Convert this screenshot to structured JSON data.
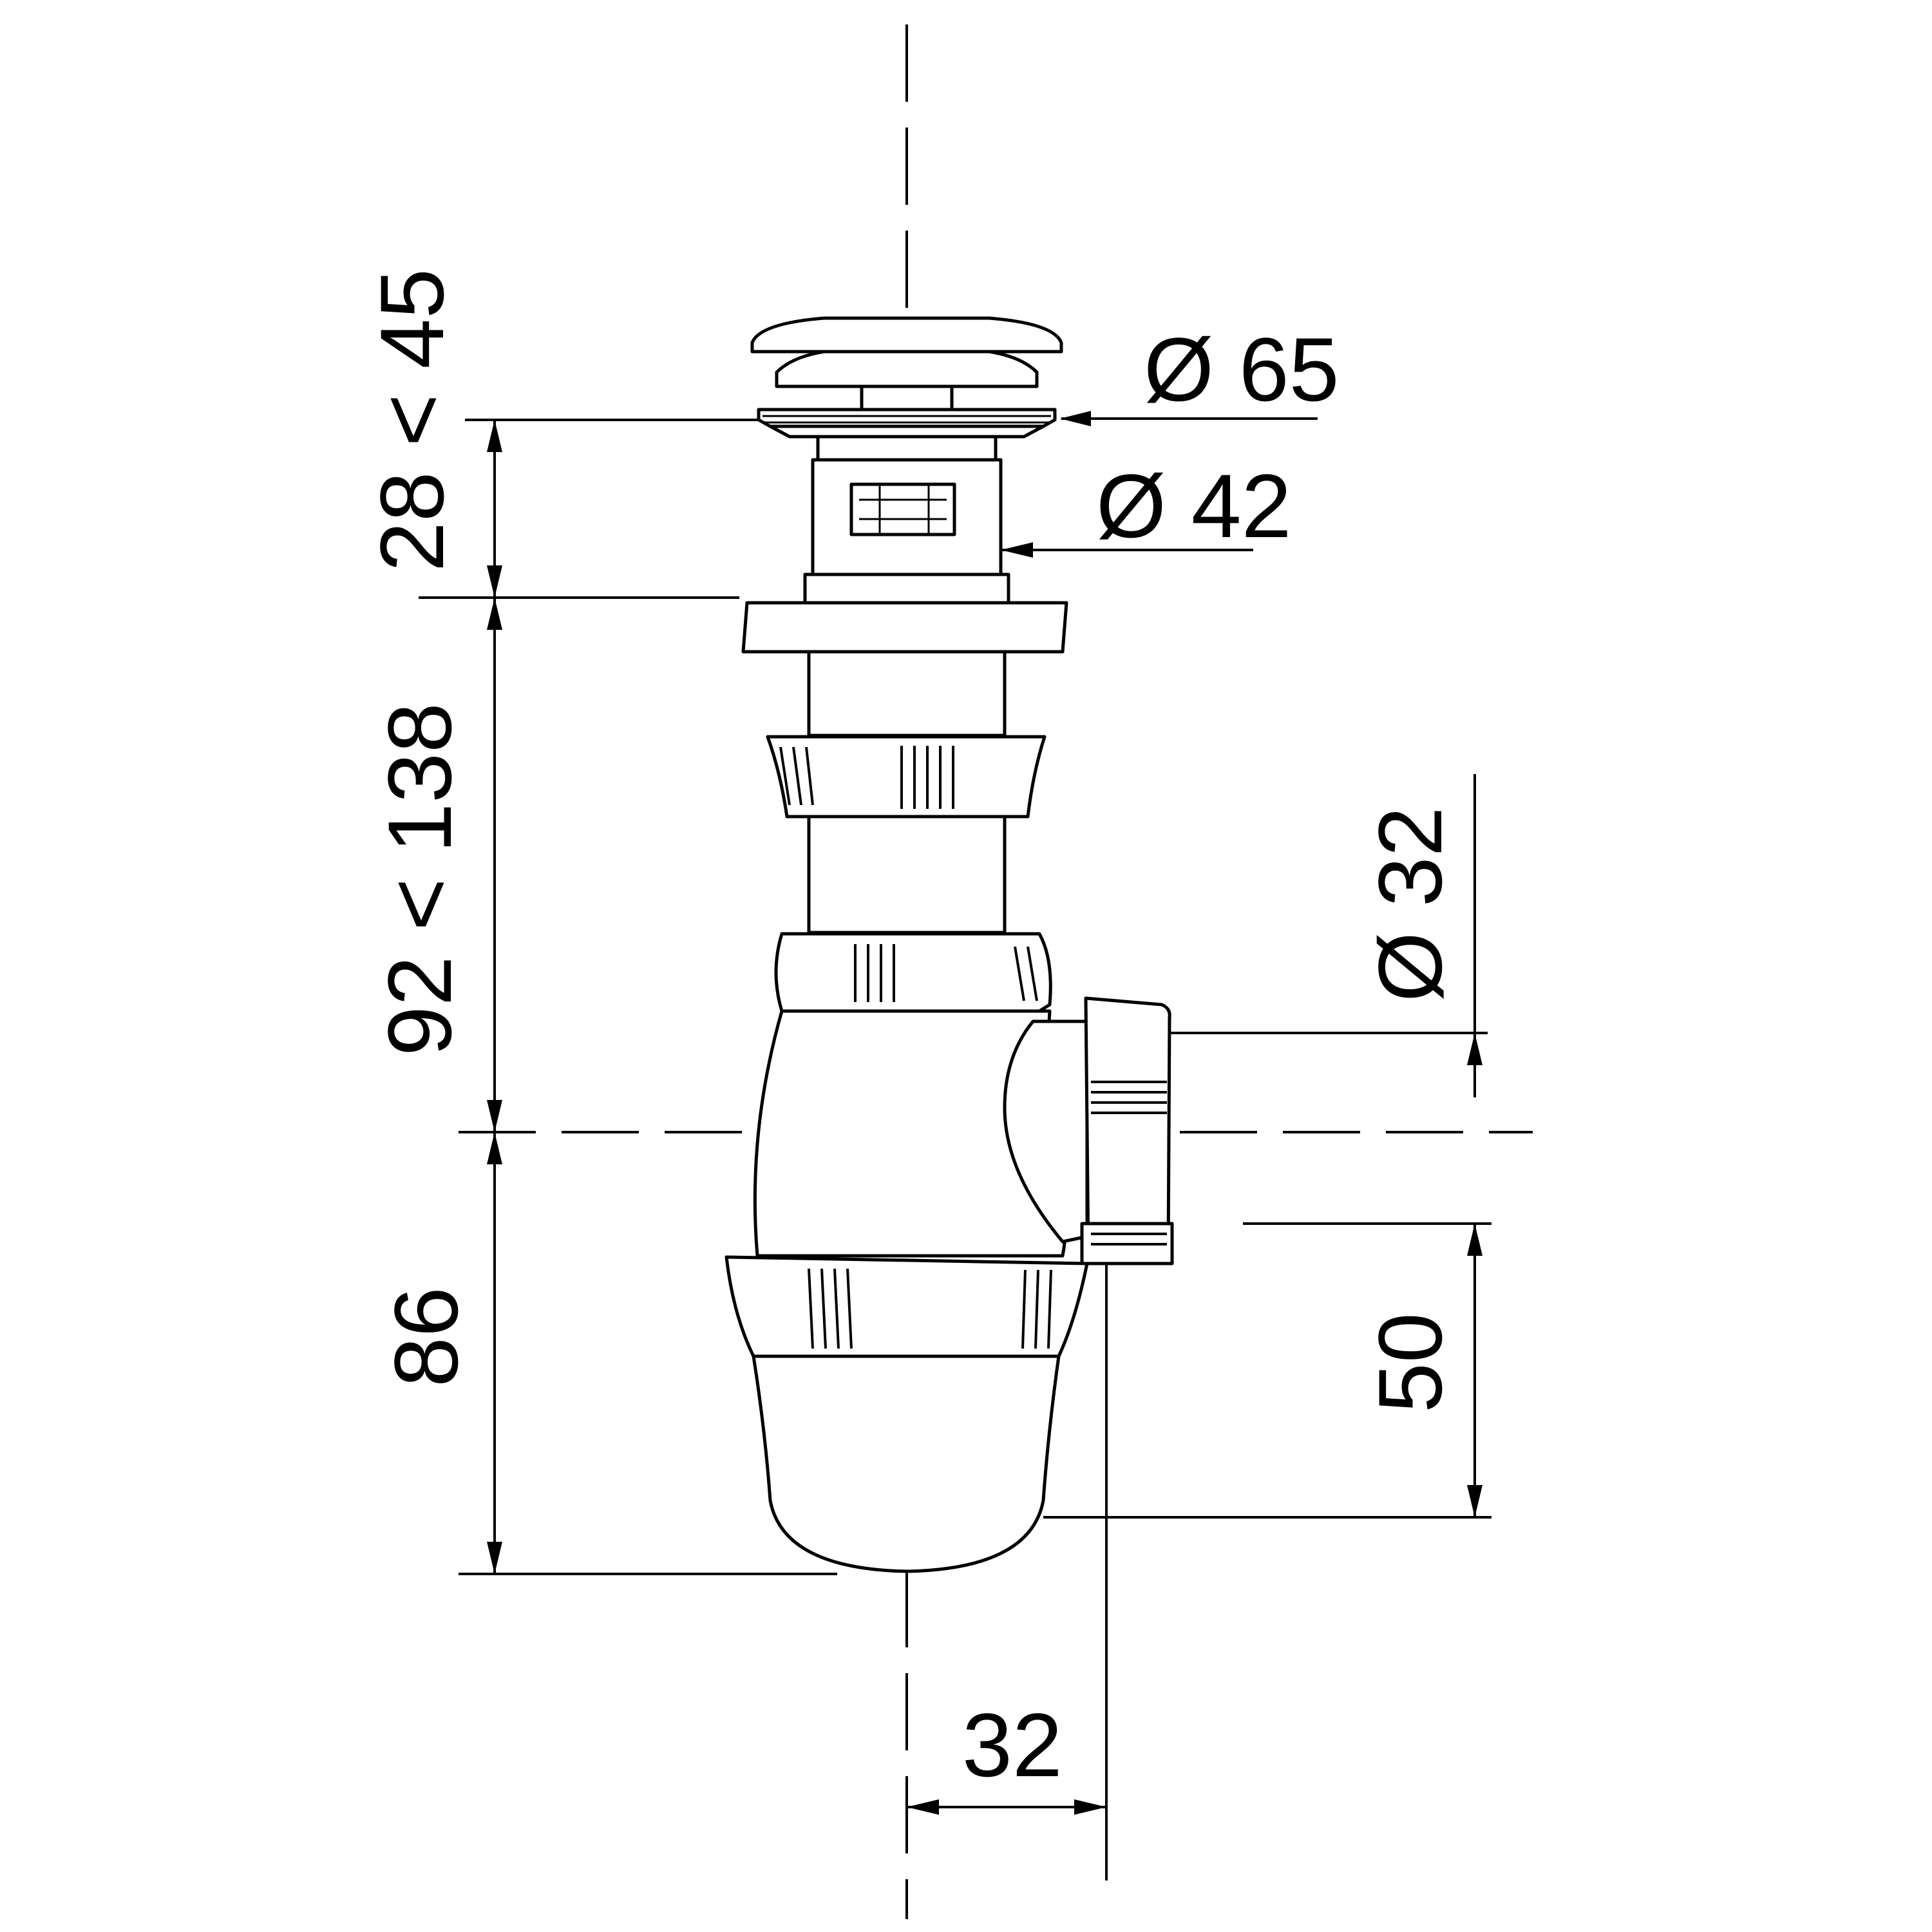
{
  "dimensions": {
    "top_adjust": "28 < 45",
    "cap_diameter": "Ø 65",
    "body_diameter": "Ø 42",
    "tube_adjust": "92 < 138",
    "outlet_diameter": "Ø 32",
    "trap_height": "86",
    "outlet_drop": "50",
    "outlet_offset": "32"
  }
}
